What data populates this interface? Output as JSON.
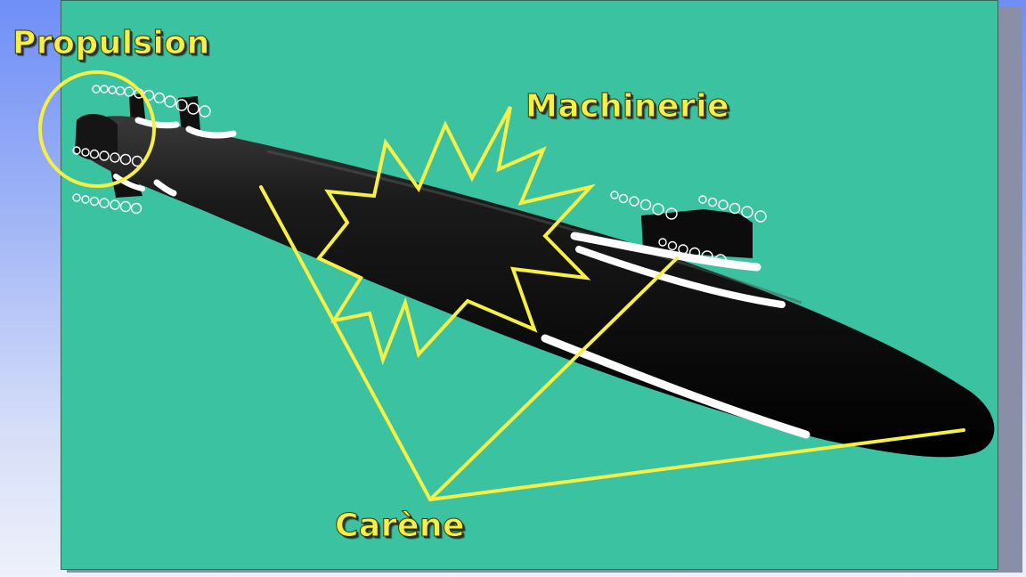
{
  "labels": {
    "propulsion": "Propulsion",
    "machinerie": "Machinerie",
    "carene": "Carène"
  },
  "colors": {
    "background_panel": "#3bc3a1",
    "label_yellow": "#f6ef45",
    "hull": "#0a0a0a",
    "wake": "#ffffff"
  },
  "icons": [
    "submarine-illustration",
    "explosion-starburst",
    "propeller-circle",
    "bubble-trail"
  ]
}
